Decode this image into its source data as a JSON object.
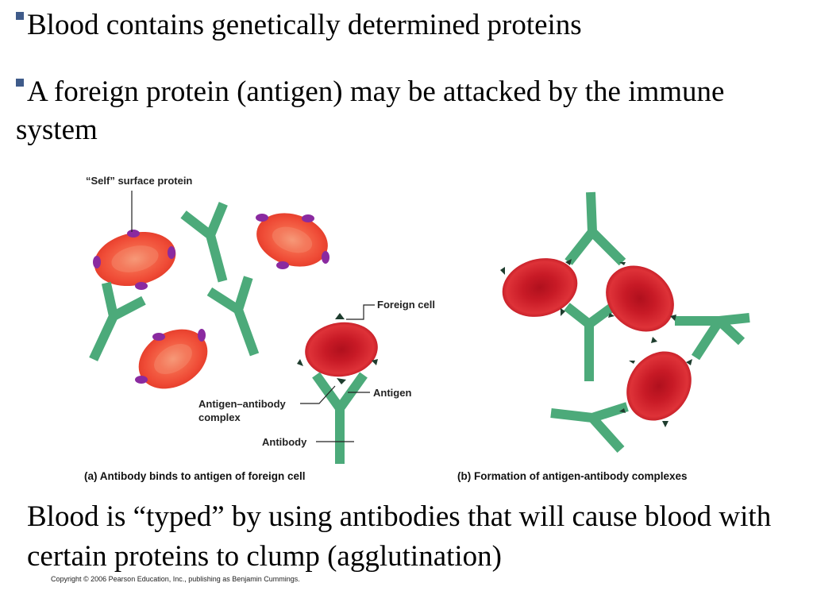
{
  "bullets": [
    "Blood contains genetically determined proteins",
    "A foreign protein (antigen) may be attacked by the immune system"
  ],
  "figure": {
    "labels": {
      "self_surface_protein": "“Self” surface protein",
      "foreign_cell": "Foreign cell",
      "antigen": "Antigen",
      "complex_line1": "Antigen–antibody",
      "complex_line2": "complex",
      "antibody": "Antibody"
    },
    "caption_a": "(a) Antibody binds to antigen of foreign cell",
    "caption_b": "(b) Formation of antigen-antibody complexes"
  },
  "conclusion": "Blood is “typed” by using antibodies that will cause blood with certain proteins to clump (agglutination)",
  "copyright": "Copyright © 2006 Pearson Education, Inc., publishing as Benjamin Cummings.",
  "colors": {
    "self_cell": "#f0533f",
    "foreign_cell": "#d4202c",
    "antibody": "#4caa7a",
    "self_protein": "#8a2aa0",
    "antigen": "#1e3d2e",
    "bullet_marker": "#3f5b8a"
  },
  "icons": [
    "square-bullet-icon"
  ]
}
